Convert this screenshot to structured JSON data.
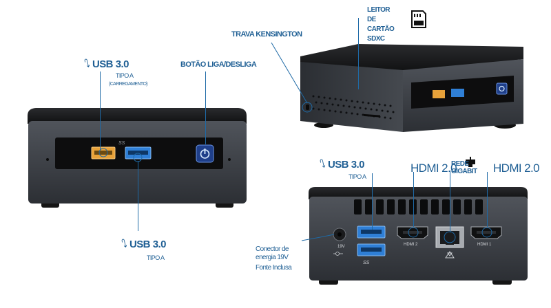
{
  "front_view": {
    "usb_top": {
      "protocol": "USB",
      "version": "3.0",
      "type": "TIPO A",
      "note": "(CARREGAMENTO)"
    },
    "power_button_label": "BOTÃO LIGA/DESLIGA",
    "usb_bottom": {
      "protocol": "USB",
      "version": "3.0",
      "type": "TIPO A"
    },
    "ss_logo": "SS"
  },
  "angled_view": {
    "kensington_label": "TRAVA KENSINGTON",
    "card_reader_label": [
      "LEITOR",
      "DE",
      "CARTÃO",
      "SDXC"
    ],
    "sd_card_icon": "sd-card-icon"
  },
  "rear_view": {
    "usb": {
      "protocol": "USB",
      "version": "3.0",
      "type": "TIPO A"
    },
    "hdmi_left_label": "HDMI 2.0",
    "network_label": [
      "REDE",
      "GIGABIT"
    ],
    "hdmi_right_label": "HDMI 2.0",
    "power_label": [
      "Conector de",
      "energia 19V"
    ],
    "power_note": "Fonte Inclusa",
    "dc_voltage": "19V",
    "hdmi_port_text_left": "HDMI 2",
    "hdmi_port_text_right": "HDMI 1",
    "ss_logo": "SS"
  },
  "colors": {
    "annotation": "#1f5f94",
    "line": "#1f6aa6",
    "chassis": "#3b3f45",
    "top": "#18191b",
    "usb_blue": "#2f7fd6",
    "usb_orange": "#e8a23a"
  }
}
